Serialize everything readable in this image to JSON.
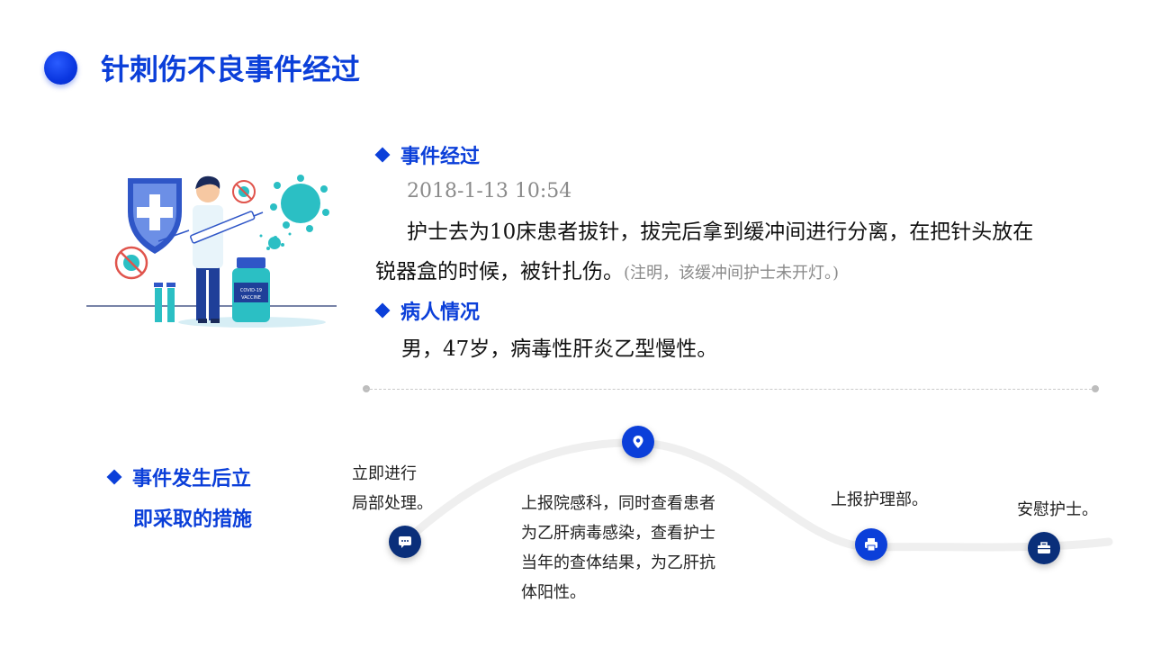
{
  "header": {
    "title": "针刺伤不良事件经过"
  },
  "event": {
    "heading": "事件经过",
    "datetime": "2018-1-13 10:54",
    "line1": "护士去为10床患者拔针，拔完后拿到缓冲间进行分离，在把针头放在",
    "line2": "锐器盒的时候，被针扎伤。",
    "note": "(注明，该缓冲间护士未开灯。)"
  },
  "patient": {
    "heading": "病人情况",
    "text": "男，47岁，病毒性肝炎乙型慢性。"
  },
  "measures": {
    "heading_line1": "事件发生后立",
    "heading_line2": "即采取的措施",
    "steps": [
      {
        "lines": [
          "立即进行",
          "局部处理。"
        ],
        "icon": "chat-icon"
      },
      {
        "lines": [
          "上报院感科，同时查看患者",
          "为乙肝病毒感染，查看护士",
          "当年的查体结果，为乙肝抗",
          "体阳性。"
        ],
        "icon": "location-pin-icon"
      },
      {
        "lines": [
          "上报护理部。"
        ],
        "icon": "printer-icon"
      },
      {
        "lines": [
          "安慰护士。"
        ],
        "icon": "briefcase-icon"
      }
    ]
  },
  "illustration": {
    "vial_label_1": "COVID-19",
    "vial_label_2": "VACCINE"
  },
  "colors": {
    "accent": "#0b3fd9",
    "node_dark": "#0a2f7a",
    "node_blue": "#0b3fd9",
    "teal": "#2bbfc4"
  }
}
